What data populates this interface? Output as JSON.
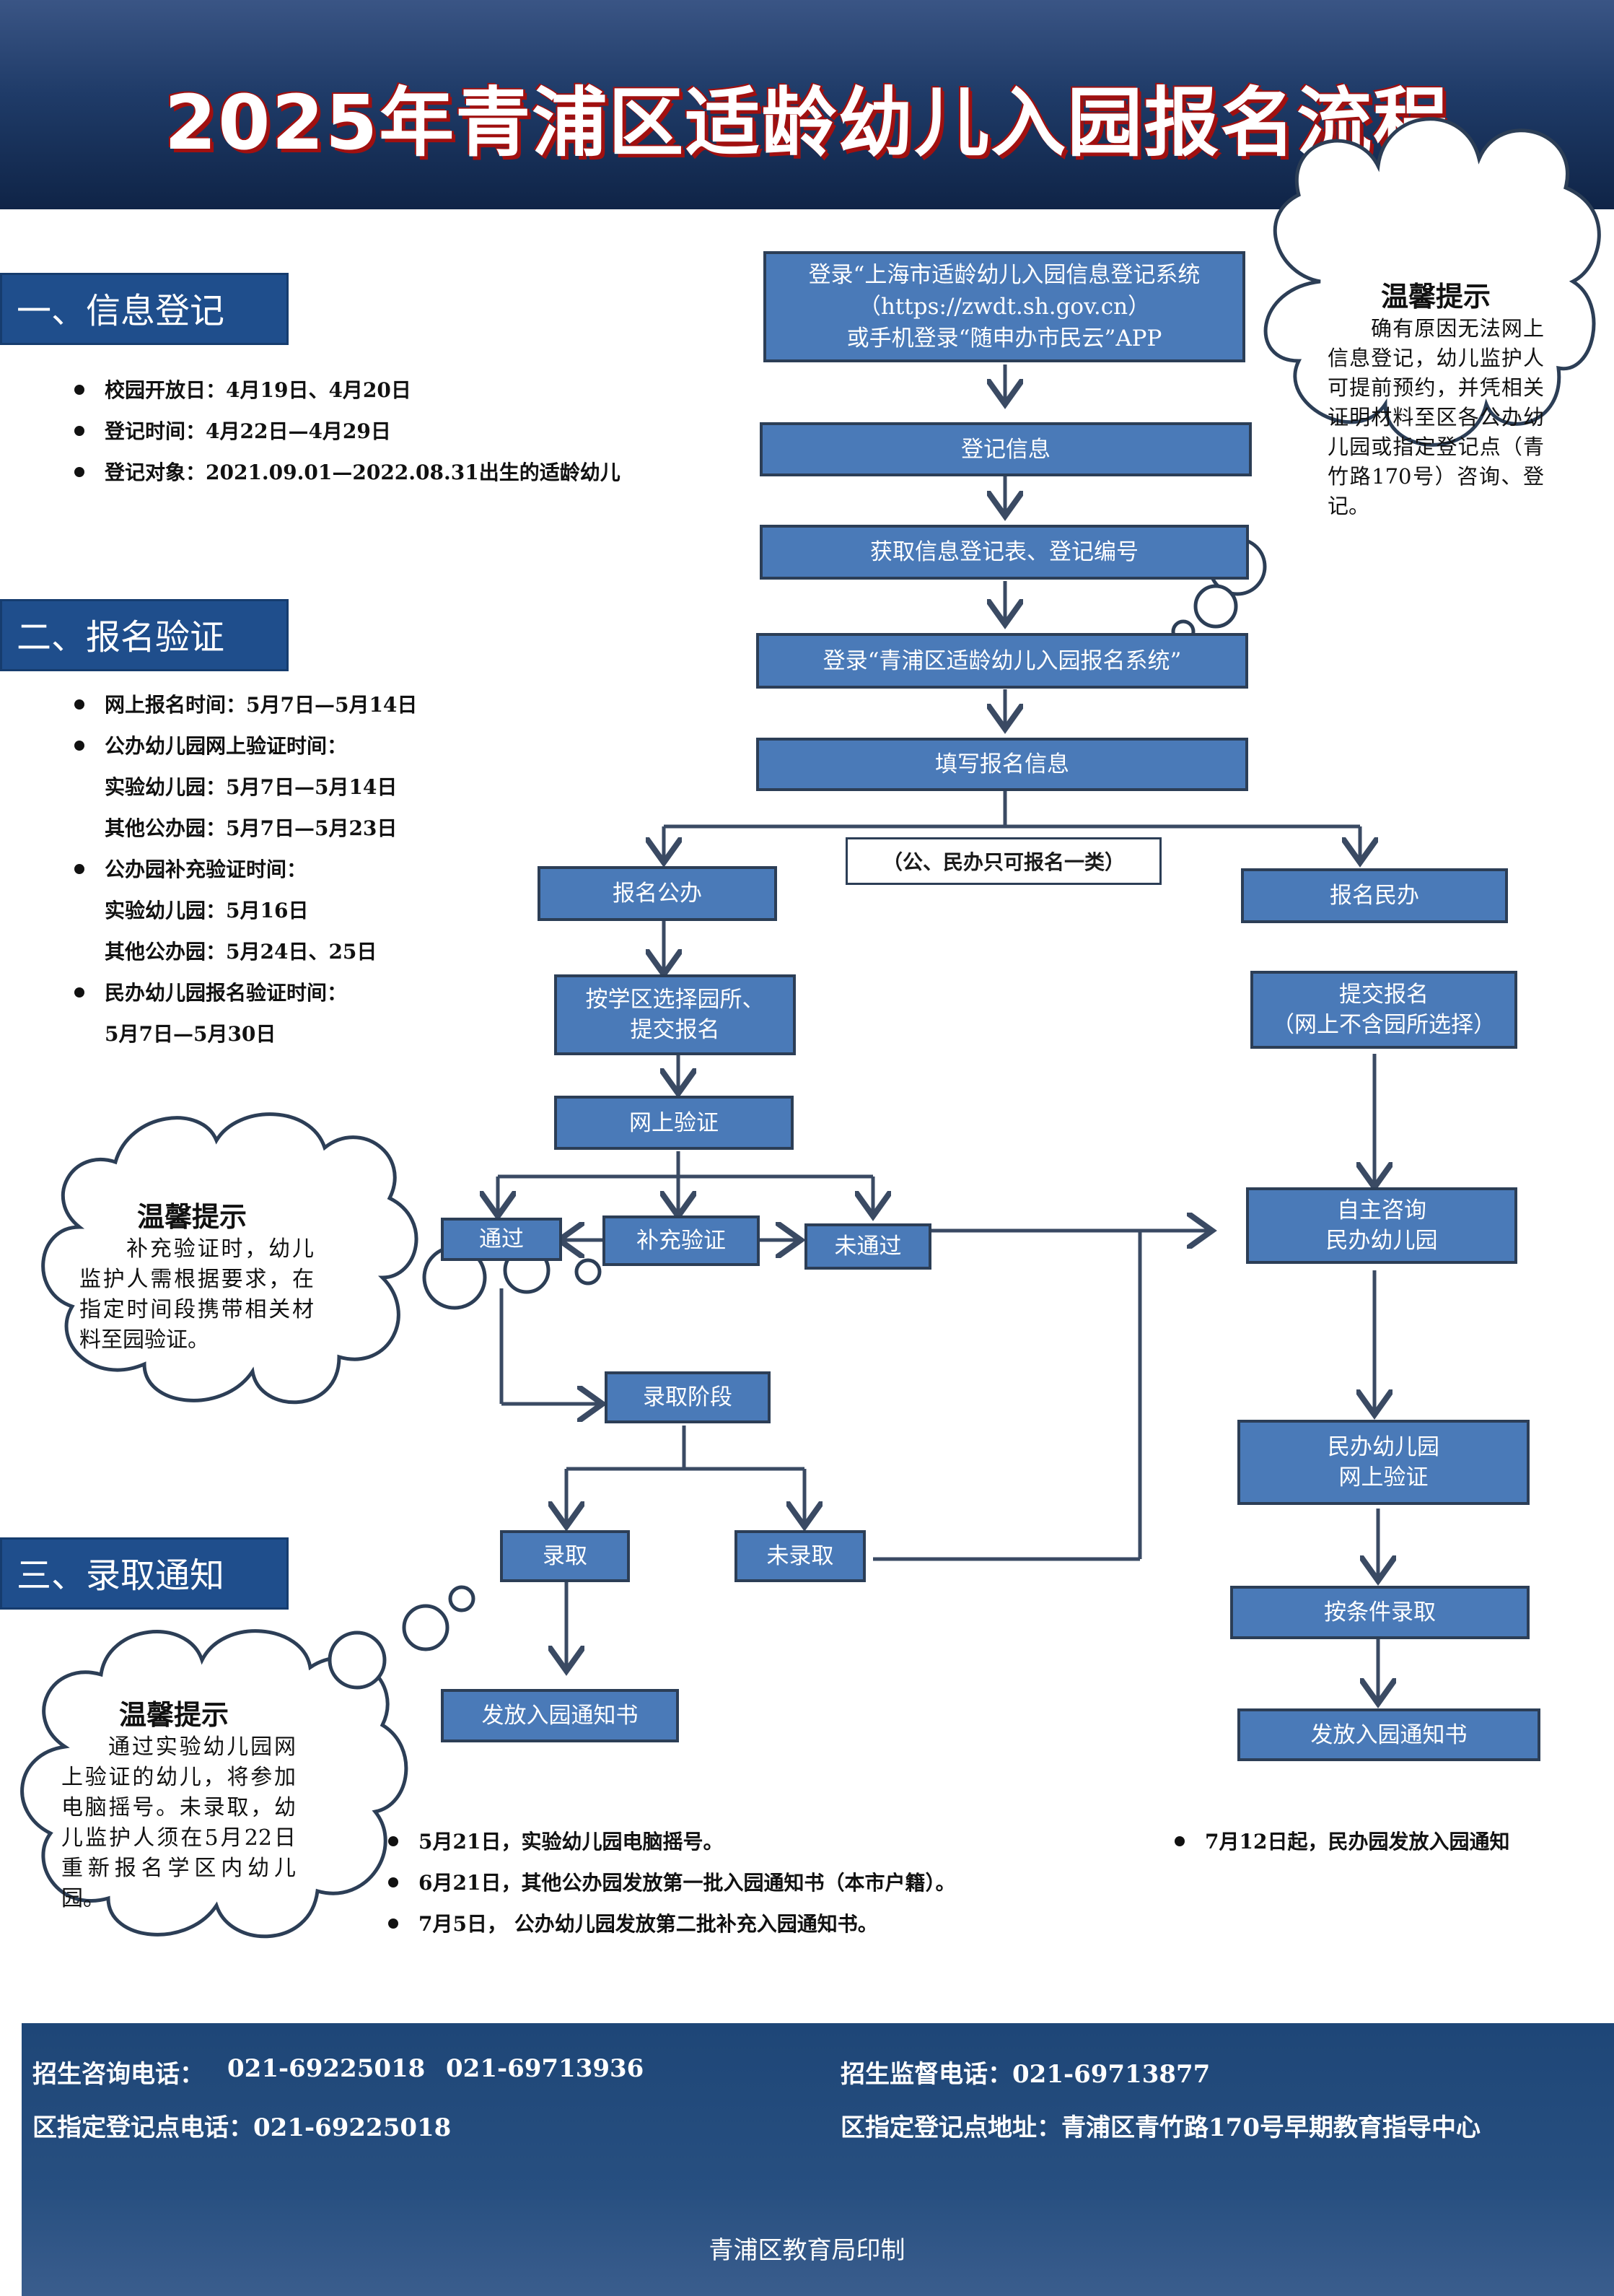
{
  "title": "2025年青浦区适龄幼儿入园报名流程",
  "sections": {
    "s1": "一、信息登记",
    "s2": "二、报名验证",
    "s3": "三、录取通知"
  },
  "info_list": [
    "校园开放日：4月19日、4月20日",
    "登记时间：4月22日—4月29日",
    "登记对象：2021.09.01—2022.08.31出生的适龄幼儿"
  ],
  "verify_list": {
    "online_signup": "网上报名时间：5月7日—5月14日",
    "public_online": "公办幼儿园网上验证时间：",
    "public_online_exp": "实验幼儿园：5月7日—5月14日",
    "public_online_other": "其他公办园：5月7日—5月23日",
    "public_supp": "公办园补充验证时间：",
    "public_supp_exp": "实验幼儿园：5月16日",
    "public_supp_other": "其他公办园：5月24日、25日",
    "private": "民办幼儿园报名验证时间：",
    "private_dates": "5月7日—5月30日"
  },
  "flow": {
    "login_sys_1": "登录“上海市适龄幼儿入园信息登记系统",
    "login_sys_2": "（https://zwdt.sh.gov.cn）",
    "login_sys_3": "或手机登录“随申办市民云”APP",
    "register_info": "登记信息",
    "get_form": "获取信息登记表、登记编号",
    "login_qp": "登录“青浦区适龄幼儿入园报名系统”",
    "fill_info": "填写报名信息",
    "only_one": "（公、民办只可报名一类）",
    "public": "报名公办",
    "private": "报名民办",
    "choose_1": "按学区选择园所、",
    "choose_2": "提交报名",
    "online_verify": "网上验证",
    "pass": "通过",
    "supp_verify": "补充验证",
    "fail": "未通过",
    "submit_1": "提交报名",
    "submit_2": "（网上不含园所选择）",
    "consult_1": "自主咨询",
    "consult_2": "民办幼儿园",
    "admit_stage": "录取阶段",
    "admitted": "录取",
    "not_admitted": "未录取",
    "notice_public": "发放入园通知书",
    "priv_verify_1": "民办幼儿园",
    "priv_verify_2": "网上验证",
    "conditional": "按条件录取",
    "notice_private": "发放入园通知书"
  },
  "tips": {
    "title": "温馨提示",
    "tip1": "确有原因无法网上信息登记，幼儿监护人可提前预约，并凭相关证明材料至区各公办幼儿园或指定登记点（青竹路170号）咨询、登记。",
    "tip2": "补充验证时，幼儿监护人需根据要求，在指定时间段携带相关材料至园验证。",
    "tip3": "通过实验幼儿园网上验证的幼儿，将参加电脑摇号。未录取，幼儿监护人须在5月22日重新报名学区内幼儿园。"
  },
  "admission_list": [
    "5月21日，实验幼儿园电脑摇号。",
    "6月21日，其他公办园发放第一批入园通知书（本市户籍）。",
    "7月5日，  公办幼儿园发放第二批补充入园通知书。"
  ],
  "private_notice": "7月12日起，民办园发放入园通知",
  "footer": {
    "phone_label": "招生咨询电话：",
    "phone_1": "021-69225018",
    "phone_2": "021-69713936",
    "supervise": "招生监督电话：021-69713877",
    "reg_phone": "区指定登记点电话：021-69225018",
    "reg_addr": "区指定登记点地址：青浦区青竹路170号早期教育指导中心",
    "printer": "青浦区教育局印制"
  },
  "colors": {
    "box_fill": "#4a7ab8",
    "line": "#3a4a63",
    "header_dark": "#0f2447",
    "title_shadow": "#a01010"
  }
}
